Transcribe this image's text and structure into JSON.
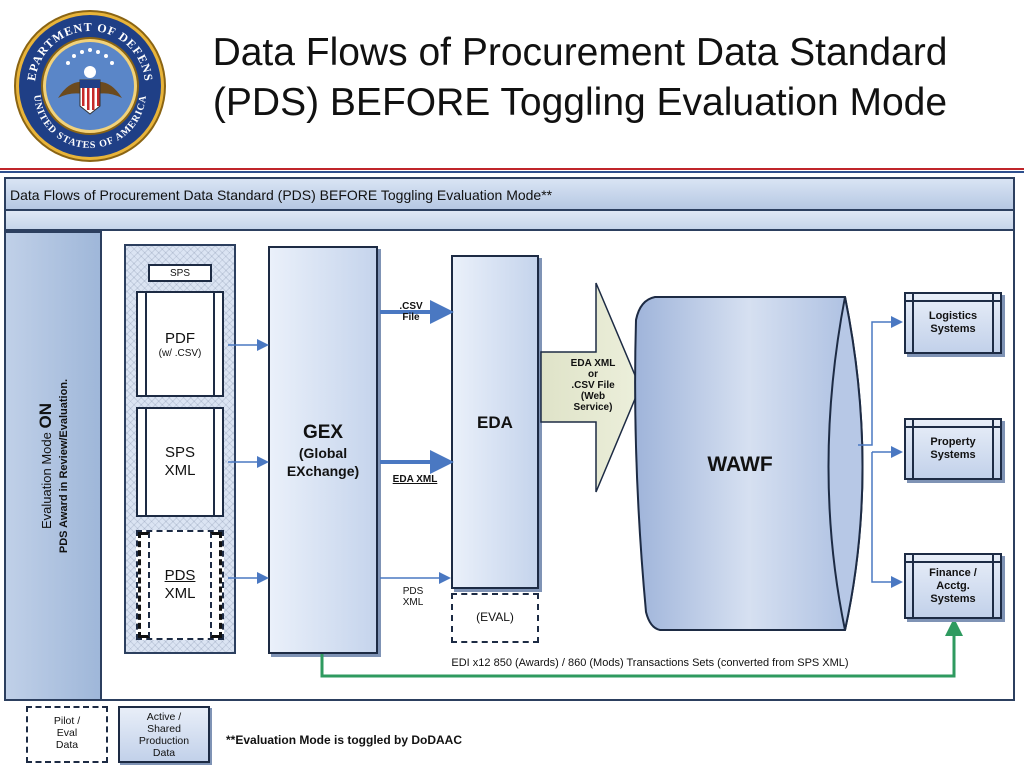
{
  "slide": {
    "title_line1": "Data Flows of Procurement Data Standard",
    "title_line2": "(PDS) BEFORE Toggling Evaluation Mode",
    "seal": {
      "top_text": "DEPARTMENT OF DEFENSE",
      "bottom_text": "UNITED STATES OF AMERICA"
    }
  },
  "diagram": {
    "frame_title": "Data Flows of Procurement Data Standard (PDS) BEFORE Toggling Evaluation Mode**",
    "mode": {
      "prefix": "Evaluation Mode ",
      "state": "ON",
      "detail": "PDS Award in Review/Evaluation."
    },
    "sources": {
      "sps": "SPS",
      "pdf_title": "PDF",
      "pdf_sub": "(w/ .CSV)",
      "sps_xml_1": "SPS",
      "sps_xml_2": "XML",
      "pds_xml_1": "PDS",
      "pds_xml_2": "XML"
    },
    "gex": {
      "title": "GEX",
      "sub1": "(Global",
      "sub2": "EXchange)"
    },
    "labels": {
      "csv_1": ".CSV",
      "csv_2": "File",
      "eda_xml": "EDA XML",
      "pds_1": "PDS",
      "pds_2": "XML"
    },
    "eda": {
      "title": "EDA",
      "eval": "(EVAL)"
    },
    "transfer_arrow": {
      "line1": "EDA XML",
      "line2": "or",
      "line3": ".CSV File",
      "line4": "(Web",
      "line5": "Service)"
    },
    "wawf": "WAWF",
    "destinations": {
      "logistics_1": "Logistics",
      "logistics_2": "Systems",
      "property_1": "Property",
      "property_2": "Systems",
      "finance_1": "Finance /",
      "finance_2": "Acctg.",
      "finance_3": "Systems"
    },
    "edi_note": "EDI x12 850 (Awards) / 860 (Mods) Transactions Sets (converted from SPS XML)"
  },
  "legend": {
    "pilot_1": "Pilot /",
    "pilot_2": "Eval",
    "pilot_3": "Data",
    "active_1": "Active /",
    "active_2": "Shared",
    "active_3": "Production",
    "active_4": "Data",
    "footnote": "**Evaluation Mode is toggled by DoDAAC"
  },
  "colors": {
    "flow_arrow": "#4a78c2",
    "edi_line": "#2e9a5f",
    "header_red": "#c0252a",
    "header_blue": "#2e4f8e",
    "box_fill": "#c5d4ec"
  }
}
